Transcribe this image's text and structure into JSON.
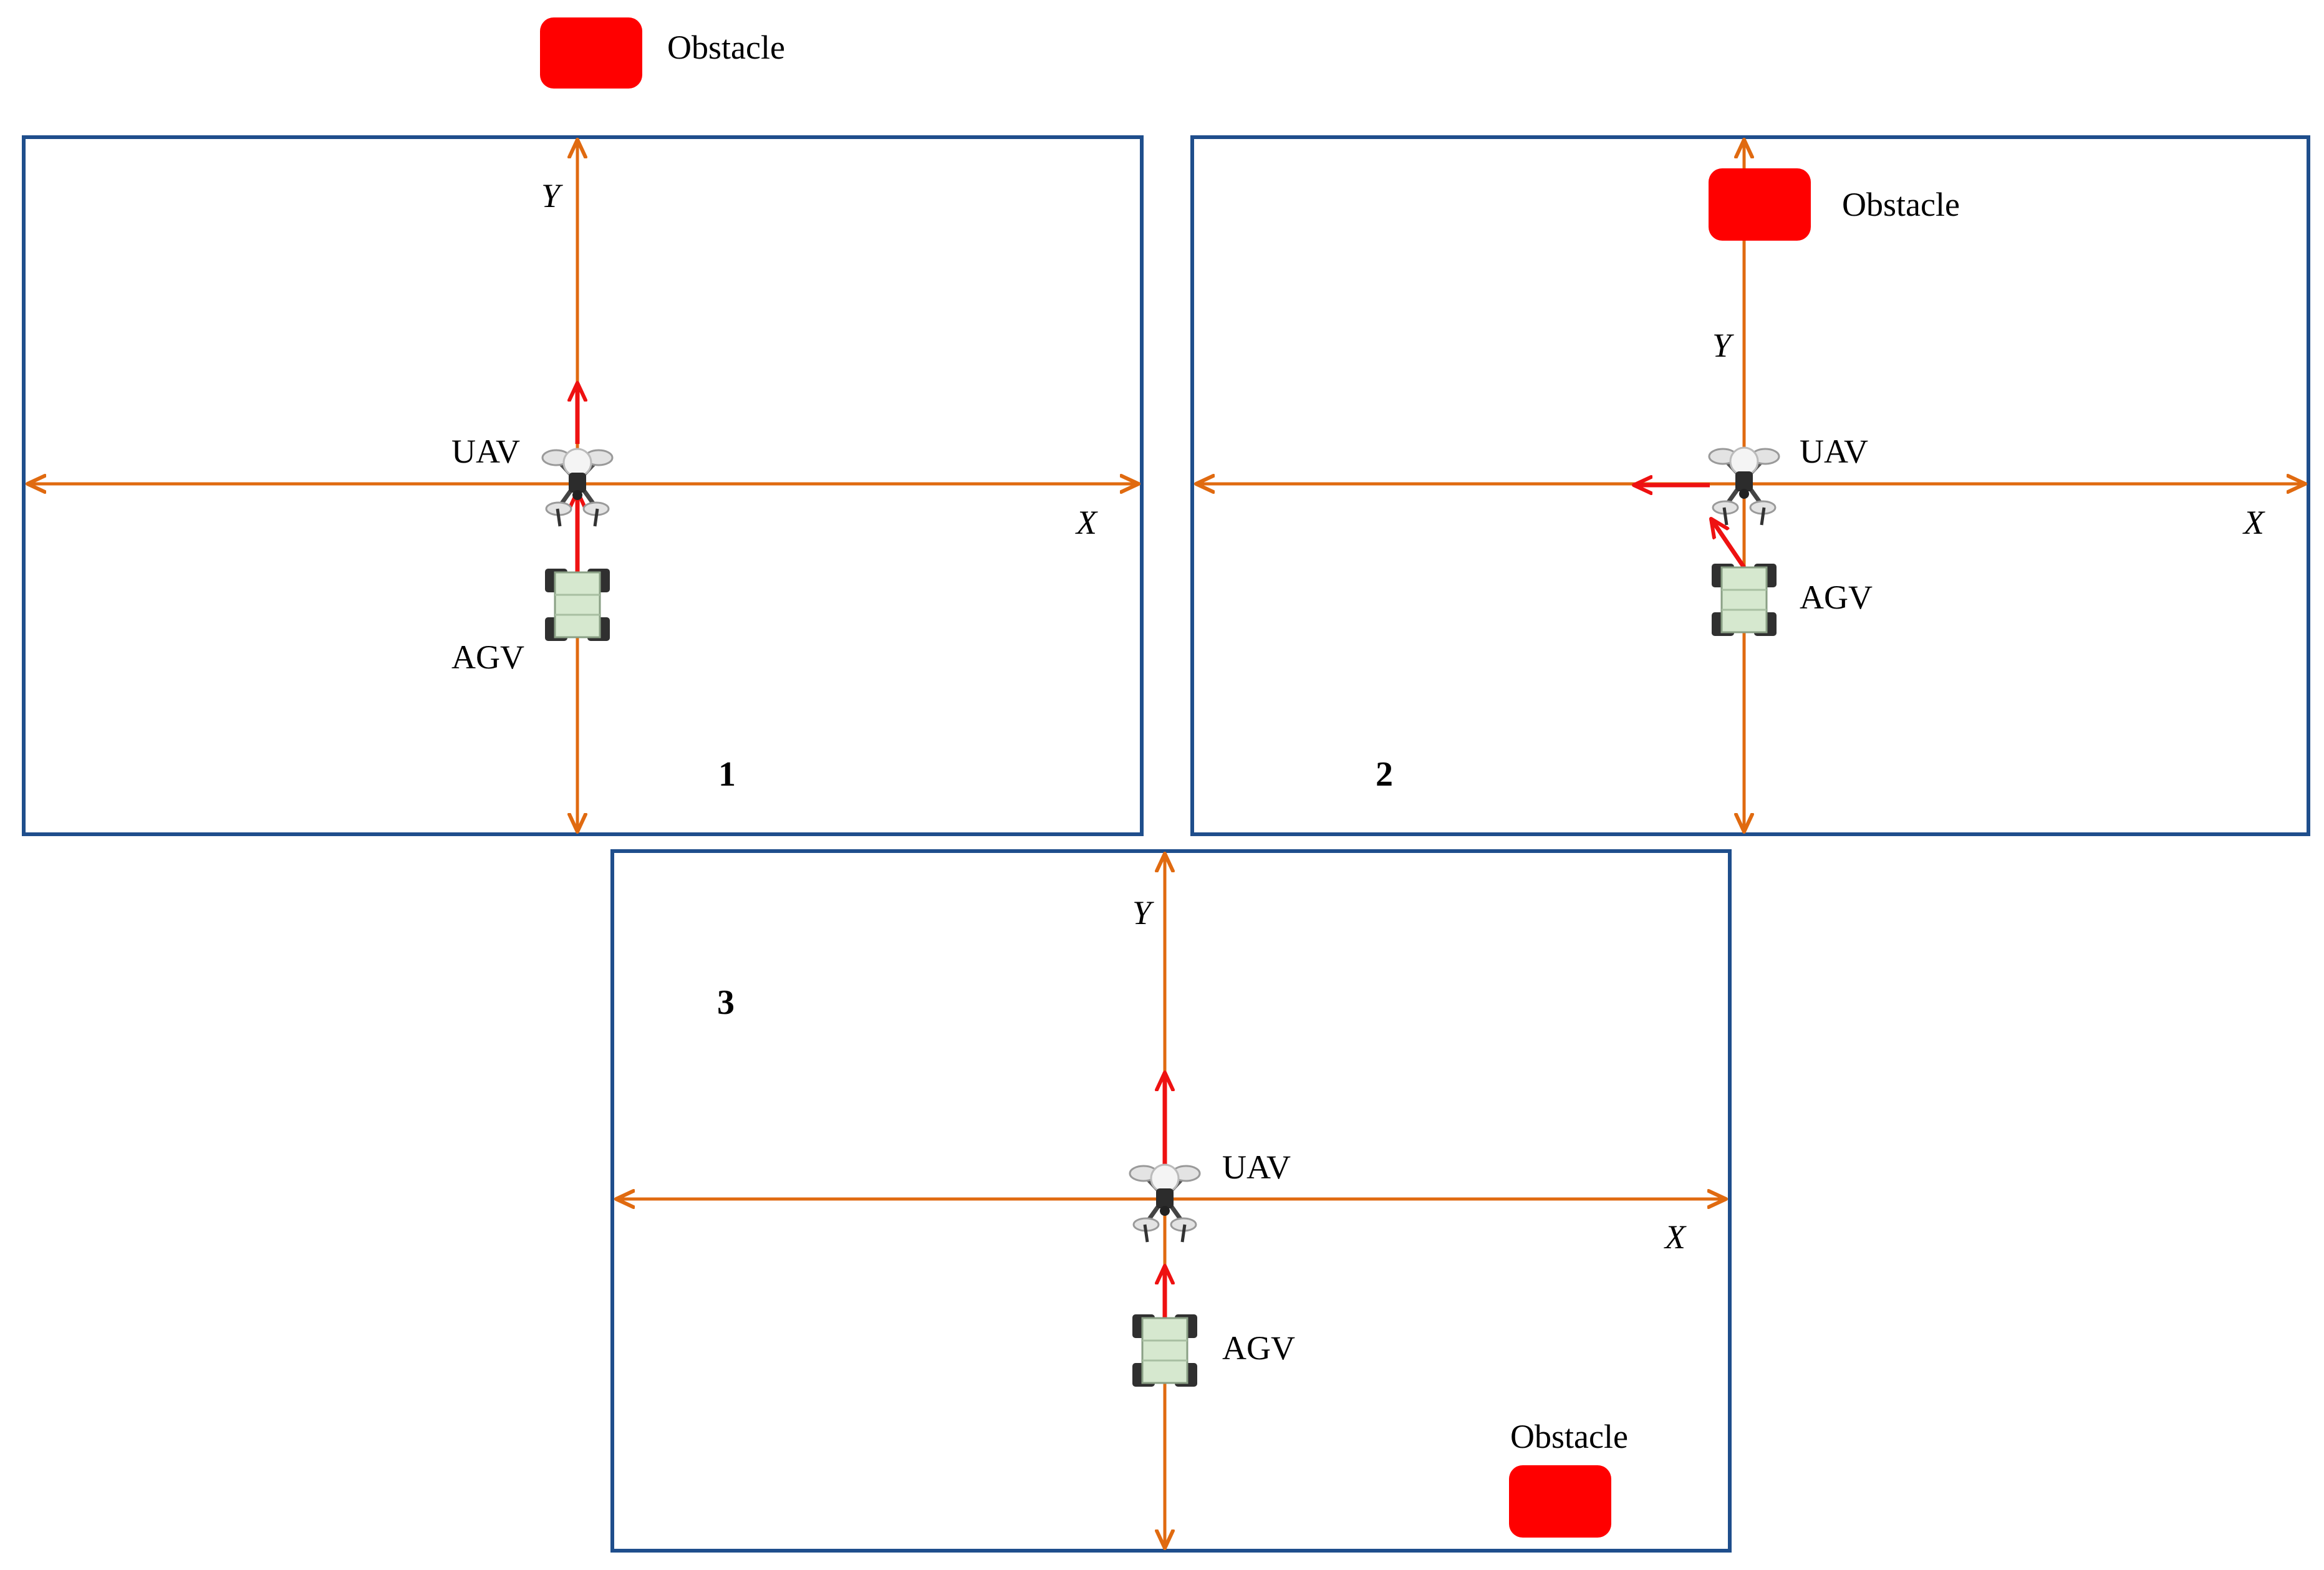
{
  "legend": {
    "label": "Obstacle"
  },
  "labels": {
    "uav": "UAV",
    "agv": "AGV",
    "x_axis": "X",
    "y_axis": "Y",
    "obstacle": "Obstacle"
  },
  "panels": [
    {
      "id": "1",
      "number": "1",
      "has_obstacle": false
    },
    {
      "id": "2",
      "number": "2",
      "has_obstacle": true,
      "obstacle_position": "top, on Y axis"
    },
    {
      "id": "3",
      "number": "3",
      "has_obstacle": true,
      "obstacle_position": "bottom-right"
    }
  ],
  "colors": {
    "frame": "#1f4e8c",
    "axis": "#e06a10",
    "path": "#ee1111",
    "obstacle": "#ff0000",
    "agv_body": "#d6e8cf",
    "agv_wheel": "#303030"
  }
}
